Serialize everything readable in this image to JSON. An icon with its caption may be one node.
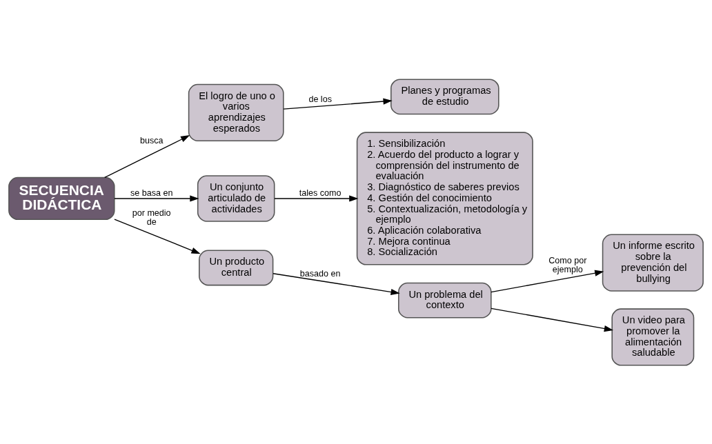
{
  "diagram": {
    "nodes": [
      {
        "text": [
          "SECUENCIA DIDÁCTICA"
        ]
      },
      {
        "text": [
          "El logro de uno o varios aprendizajes esperados"
        ]
      },
      {
        "text": [
          "Planes y programas de estudio"
        ]
      },
      {
        "text": [
          "Un conjunto articulado de actividades"
        ]
      },
      {
        "text": [
          "1. Sensibilización",
          "2. Acuerdo del producto a lograr y comprensión del instrumento de evaluación",
          "3. Diagnóstico de saberes previos",
          "4. Gestión del conocimiento",
          "5. Contextualización, metodología y ejemplo",
          "6. Aplicación colaborativa",
          "7. Mejora continua",
          "8. Socialización"
        ]
      },
      {
        "text": [
          "Un producto central"
        ]
      },
      {
        "text": [
          "Un problema del contexto"
        ]
      },
      {
        "text": [
          "Un informe escrito sobre la prevención del bullying"
        ]
      },
      {
        "text": [
          "Un video para promover la alimentación saludable"
        ]
      }
    ],
    "edges": [
      {
        "from": 0,
        "to": 1,
        "arrow": "to",
        "label": "busca"
      },
      {
        "from": 0,
        "to": 3,
        "arrow": "to",
        "label": "se basa en"
      },
      {
        "from": 0,
        "to": 5,
        "arrow": "to",
        "label": "por medio de"
      },
      {
        "from": 1,
        "to": 2,
        "arrow": "to",
        "label": "de los"
      },
      {
        "from": 3,
        "to": 4,
        "arrow": "to",
        "label": "tales como"
      },
      {
        "from": 5,
        "to": 6,
        "arrow": "to",
        "label": "basado en"
      },
      {
        "from": 6,
        "to": 7,
        "arrow": "to",
        "label": "Como por ejemplo"
      },
      {
        "from": 6,
        "to": 8,
        "arrow": "to"
      }
    ]
  }
}
